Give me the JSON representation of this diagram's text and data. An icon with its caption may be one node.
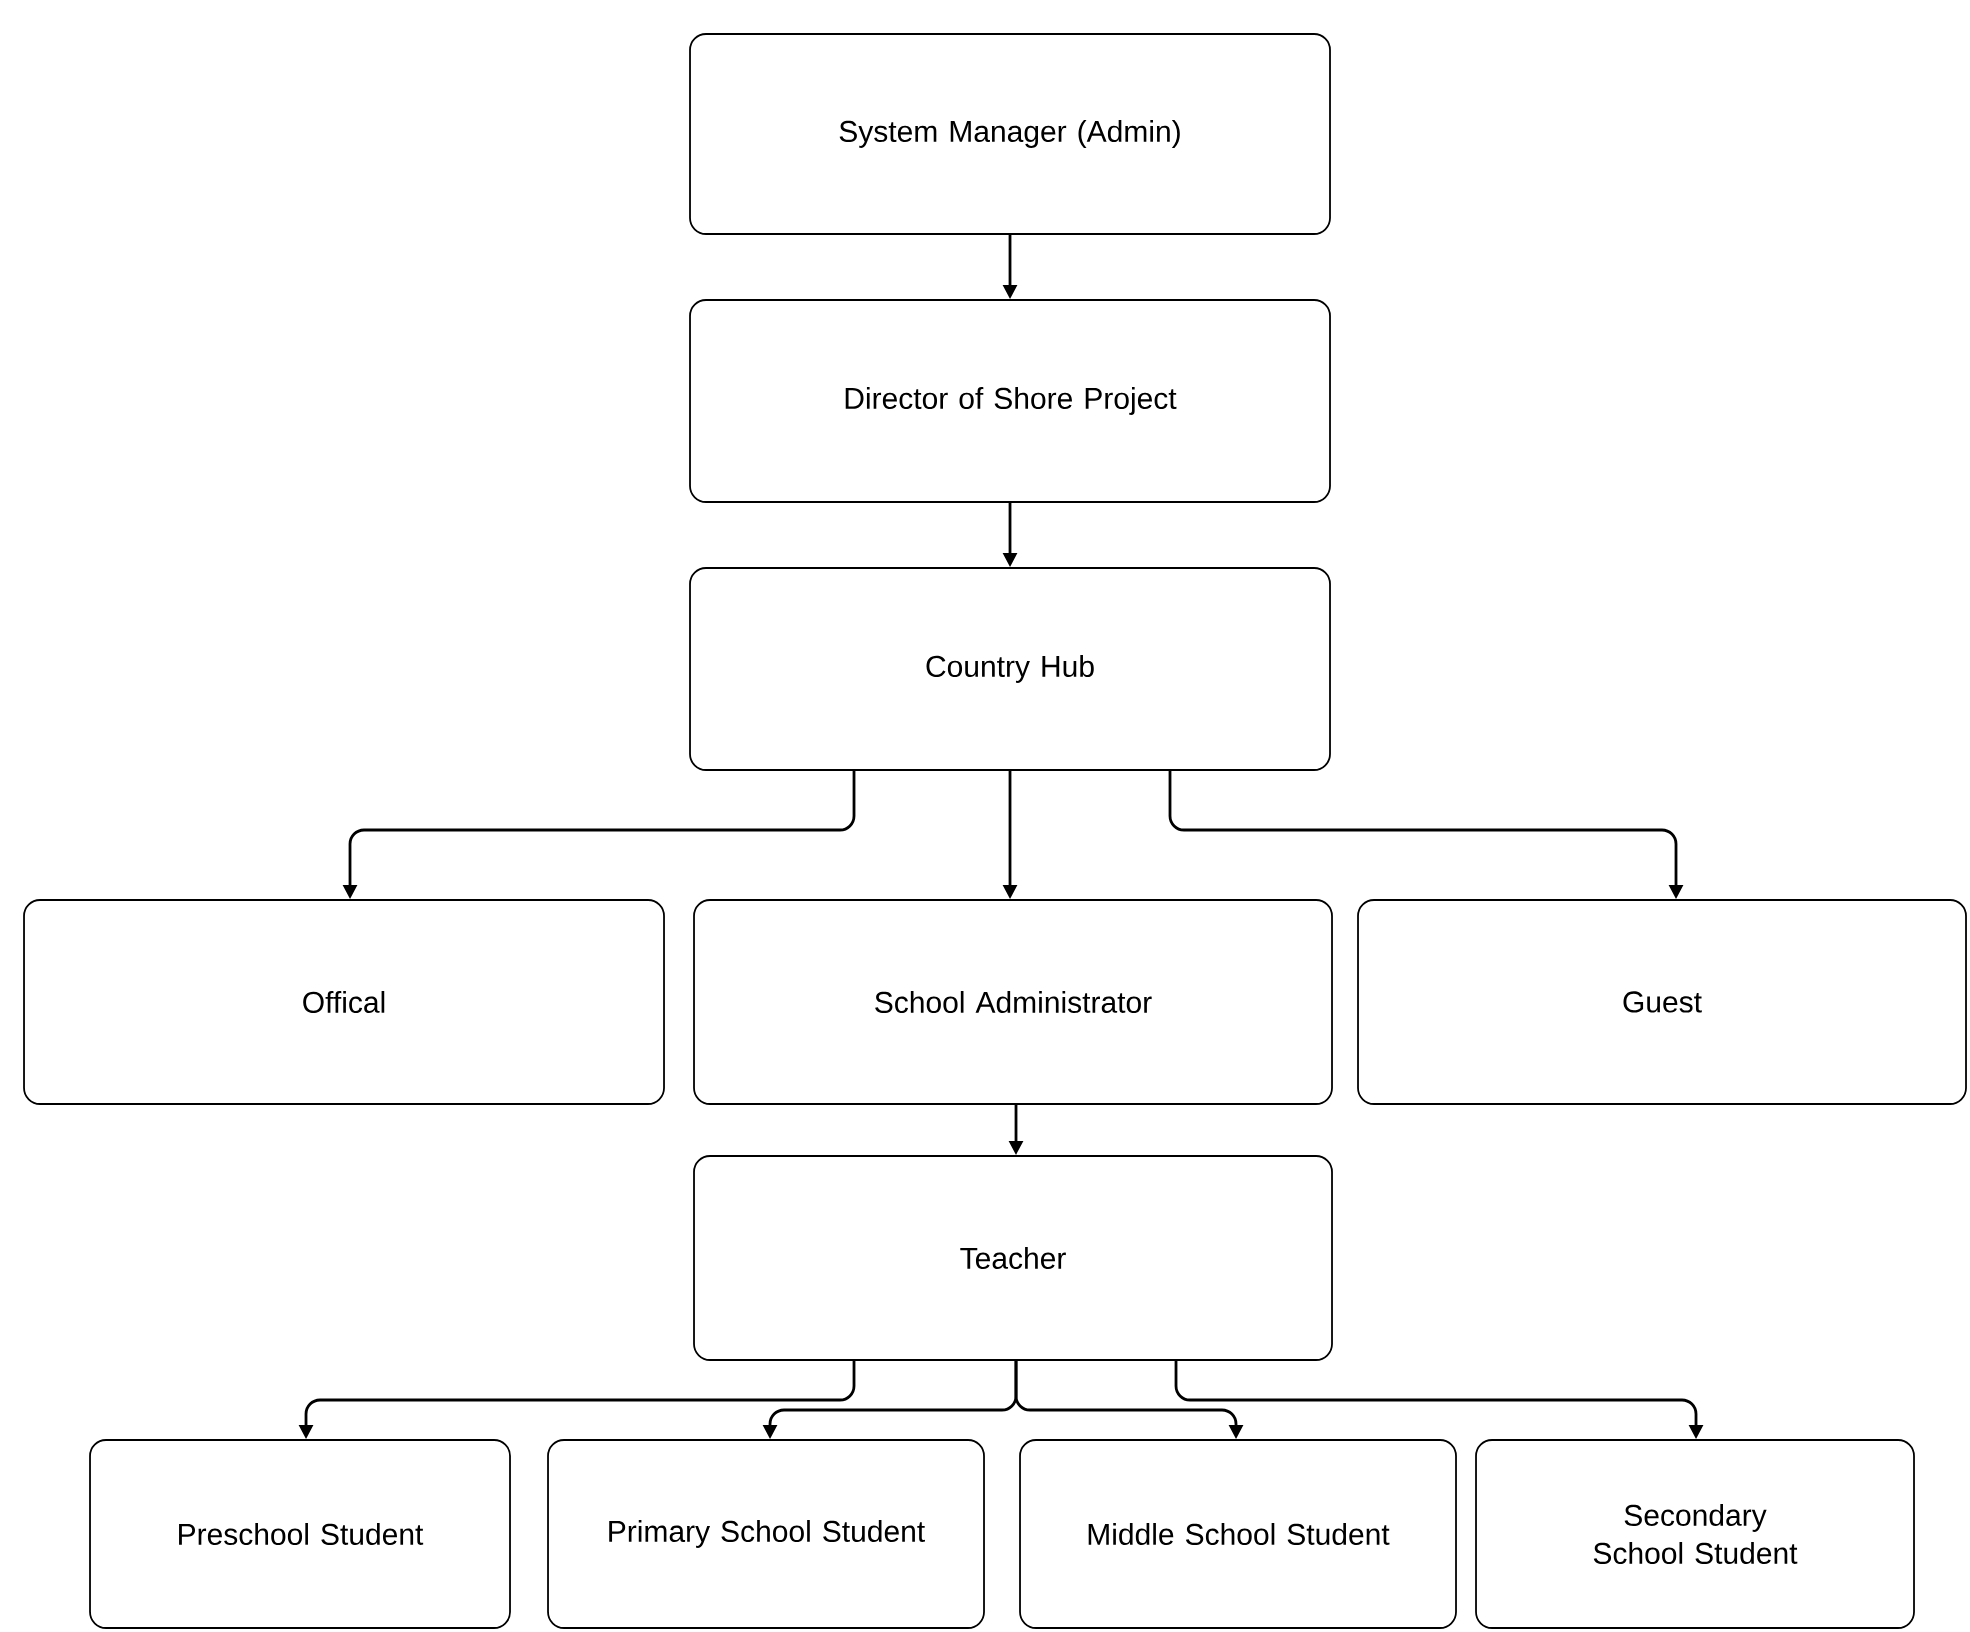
{
  "diagram": {
    "nodes": [
      {
        "text": [
          "System Manager (Admin)"
        ]
      },
      {
        "text": [
          "Director of Shore Project"
        ]
      },
      {
        "text": [
          "Country Hub"
        ]
      },
      {
        "text": [
          "Offical"
        ]
      },
      {
        "text": [
          "School Administrator"
        ]
      },
      {
        "text": [
          "Guest"
        ]
      },
      {
        "text": [
          "Teacher"
        ]
      },
      {
        "text": [
          "Preschool Student"
        ]
      },
      {
        "text": [
          "Primary School Student"
        ]
      },
      {
        "text": [
          "Middle School Student"
        ]
      },
      {
        "text": [
          "Secondary School Student"
        ]
      }
    ],
    "edges": [
      {
        "from": 0,
        "to": 1,
        "arrow": "to"
      },
      {
        "from": 1,
        "to": 2,
        "arrow": "to"
      },
      {
        "from": 2,
        "to": 3,
        "arrow": "to"
      },
      {
        "from": 2,
        "to": 4,
        "arrow": "to"
      },
      {
        "from": 2,
        "to": 5,
        "arrow": "to"
      },
      {
        "from": 4,
        "to": 6,
        "arrow": "to"
      },
      {
        "from": 6,
        "to": 7,
        "arrow": "to"
      },
      {
        "from": 6,
        "to": 8,
        "arrow": "to"
      },
      {
        "from": 6,
        "to": 9,
        "arrow": "to"
      },
      {
        "from": 6,
        "to": 10,
        "arrow": "to"
      }
    ]
  }
}
